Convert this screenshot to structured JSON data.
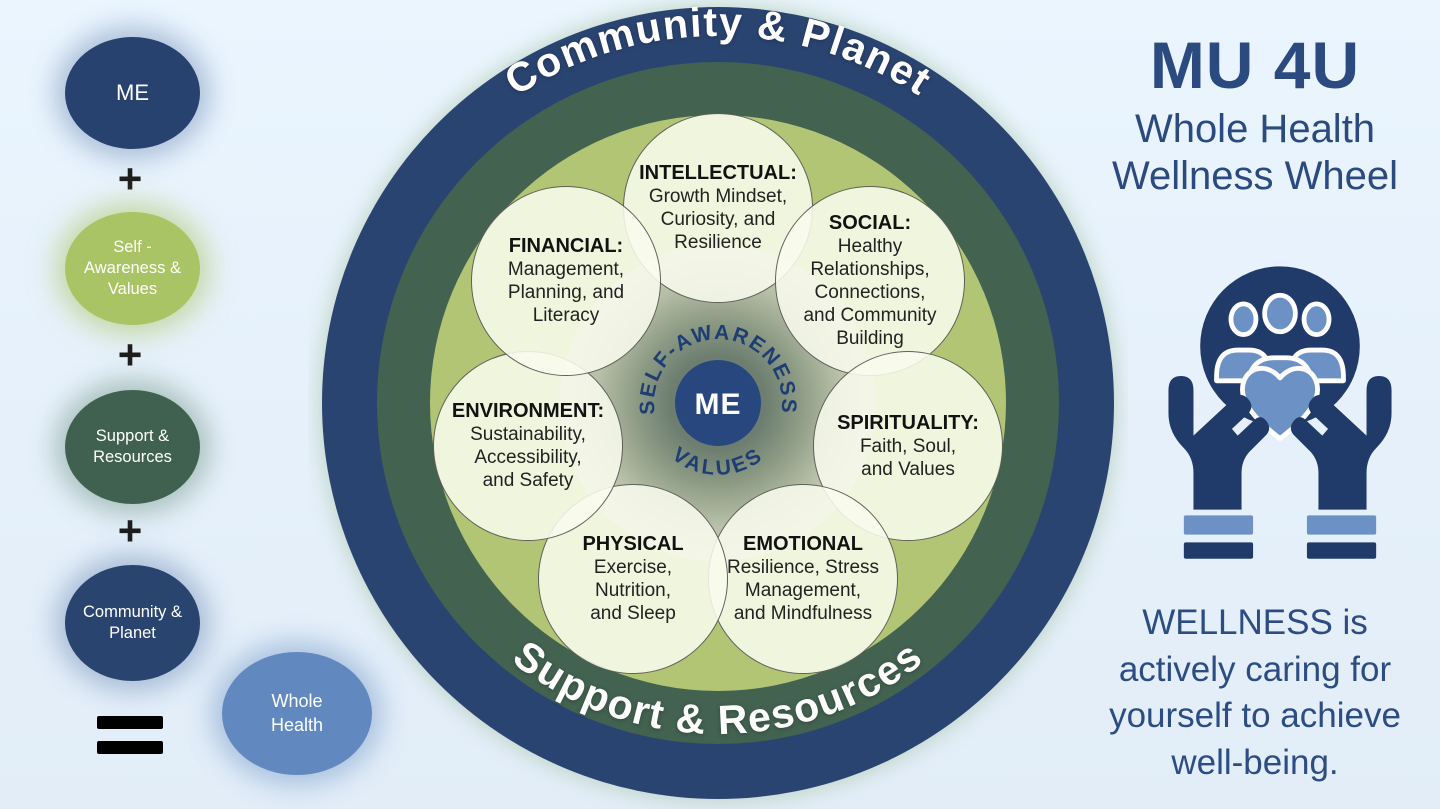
{
  "equation": {
    "plus": "+",
    "me": {
      "line1": "ME"
    },
    "self": {
      "line1": "Self -",
      "line2": "Awareness &",
      "line3": "Values"
    },
    "support": {
      "line1": "Support &",
      "line2": "Resources"
    },
    "community": {
      "line1": "Community &",
      "line2": "Planet"
    },
    "whole": {
      "line1": "Whole",
      "line2": "Health"
    }
  },
  "wheel": {
    "ring_label_top": "Community & Planet",
    "ring_label_bottom": "Support & Resources",
    "center": {
      "label": "ME",
      "arc_top": "SELF-AWARENESS",
      "arc_bottom": "VALUES"
    },
    "petals": [
      {
        "name": "INTELLECTUAL:",
        "line1": "Growth Mindset,",
        "line2": "Curiosity, and",
        "line3": "Resilience"
      },
      {
        "name": "SOCIAL:",
        "line1": "Healthy",
        "line2": "Relationships,",
        "line3": "Connections,",
        "line4": "and Community",
        "line5": "Building"
      },
      {
        "name": "SPIRITUALITY:",
        "line1": "Faith, Soul,",
        "line2": "and Values"
      },
      {
        "name": "EMOTIONAL",
        "line1": "Resilience, Stress",
        "line2": "Management,",
        "line3": "and Mindfulness"
      },
      {
        "name": "PHYSICAL",
        "line1": "Exercise,",
        "line2": "Nutrition,",
        "line3": "and Sleep"
      },
      {
        "name": "ENVIRONMENT:",
        "line1": "Sustainability,",
        "line2": "Accessibility,",
        "line3": "and Safety"
      },
      {
        "name": "FINANCIAL:",
        "line1": "Management,",
        "line2": "Planning, and",
        "line3": "Literacy"
      }
    ]
  },
  "right_panel": {
    "title": "MU 4U",
    "subtitle_line1": "Whole Health",
    "subtitle_line2": "Wellness Wheel",
    "icon": "hands-holding-community-heart-icon",
    "caption_line1": "WELLNESS is",
    "caption_line2": "actively caring for",
    "caption_line3": "yourself to achieve",
    "caption_line4": "well-being."
  },
  "colors": {
    "navy": "#2a4470",
    "dark_green": "#436250",
    "light_green": "#b1c575",
    "petal_cream": "#eef1dd",
    "sage_center": "#8d9b85",
    "accent_blue": "#6189bf",
    "text_blue": "#2a4a80",
    "icon_light_blue": "#6c92c5",
    "background": "#e8f3fc"
  }
}
